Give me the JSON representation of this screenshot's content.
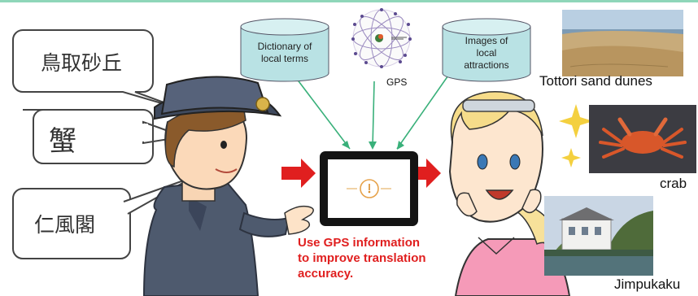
{
  "bubbles": [
    {
      "text": "鳥取砂丘"
    },
    {
      "text": "蟹"
    },
    {
      "text": "仁風閣"
    }
  ],
  "sources": {
    "dictionary": {
      "line1": "Dictionary of",
      "line2": "local terms"
    },
    "gps": {
      "label": "GPS"
    },
    "images": {
      "line1": "Images of",
      "line2": "local",
      "line3": "attractions"
    }
  },
  "caption": {
    "line1": "Use GPS information",
    "line2": "to improve translation",
    "line3": "accuracy."
  },
  "photos": [
    {
      "label": "Tottori  sand dunes"
    },
    {
      "label": "crab"
    },
    {
      "label": "Jimpukaku"
    }
  ],
  "colors": {
    "accent_red": "#e01f1f",
    "arrow_green": "#39b07a",
    "db_fill": "#b9e2e4",
    "top_rule": "#8fd6b9"
  }
}
